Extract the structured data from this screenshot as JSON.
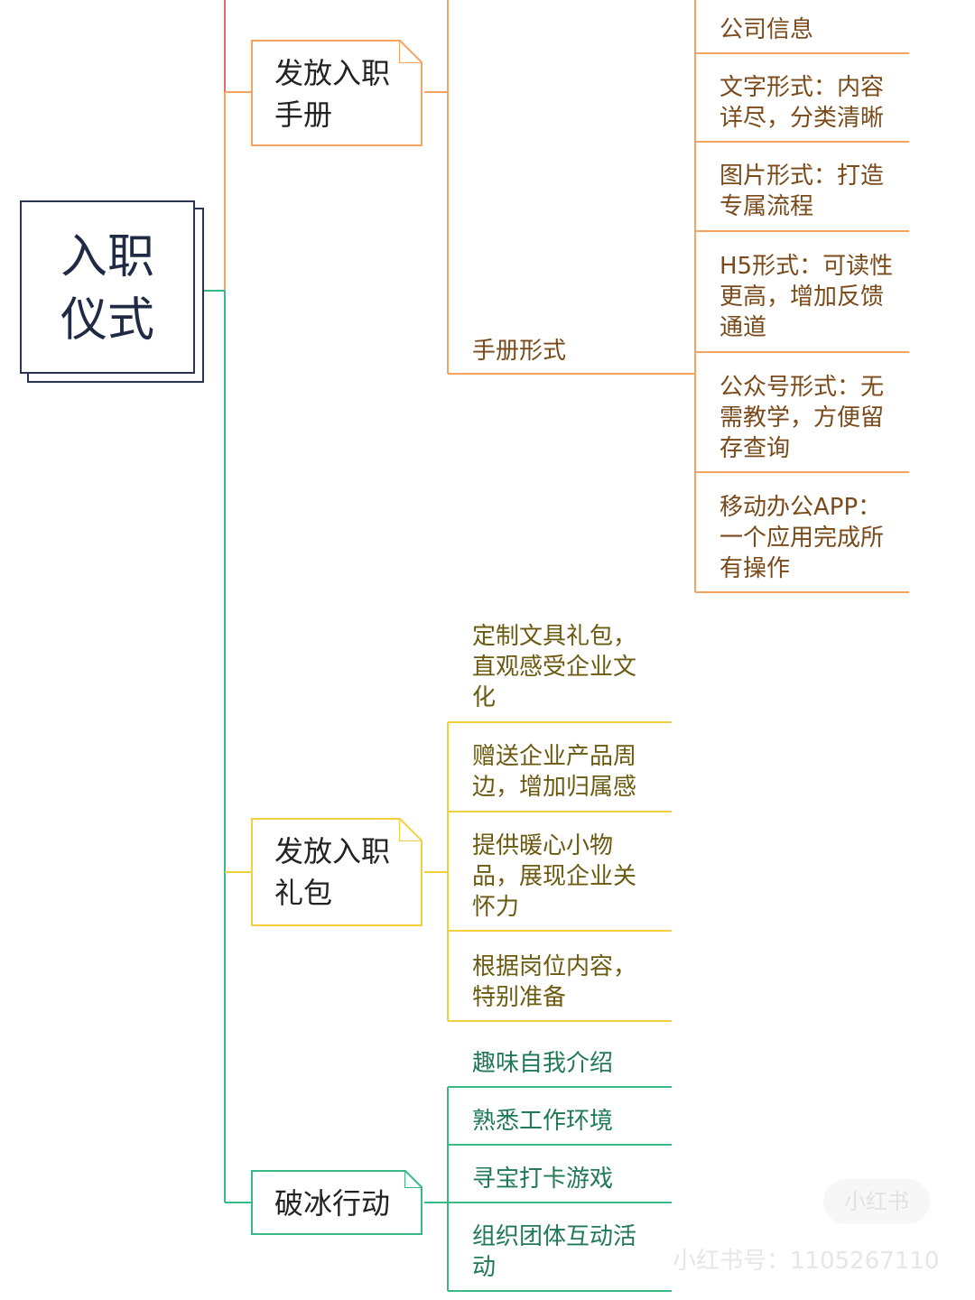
{
  "root": {
    "label_line1": "入职",
    "label_line2": "仪式"
  },
  "branches": {
    "handbook": {
      "label_line1": "发放入职",
      "label_line2": "手册",
      "color": "#f5a361",
      "child": "手册形式",
      "company_info": "公司信息",
      "forms": [
        [
          "文字形式：内容",
          "详尽，分类清晰"
        ],
        [
          "图片形式：打造",
          "专属流程"
        ],
        [
          "H5形式：可读性",
          "更高，增加反馈",
          "通道"
        ],
        [
          "公众号形式：无",
          "需教学，方便留",
          "存查询"
        ],
        [
          "移动办公APP：",
          "一个应用完成所",
          "有操作"
        ]
      ]
    },
    "gift": {
      "label_line1": "发放入职",
      "label_line2": "礼包",
      "color": "#f2cf3d",
      "items": [
        [
          "定制文具礼包，",
          "直观感受企业文",
          "化"
        ],
        [
          "赠送企业产品周",
          "边，增加归属感"
        ],
        [
          "提供暖心小物",
          "品，展现企业关",
          "怀力"
        ],
        [
          "根据岗位内容，",
          "特别准备"
        ]
      ]
    },
    "icebreak": {
      "label": "破冰行动",
      "color": "#37b986",
      "items": [
        [
          "趣味自我介绍"
        ],
        [
          "熟悉工作环境"
        ],
        [
          "寻宝打卡游戏"
        ],
        [
          "组织团体互动活",
          "动"
        ]
      ]
    }
  },
  "trunk_colors": {
    "top": "#e86a63",
    "main": "#37b986"
  },
  "watermark": {
    "id_text": "小红书号：1105267110",
    "logo_text": "小红书"
  }
}
